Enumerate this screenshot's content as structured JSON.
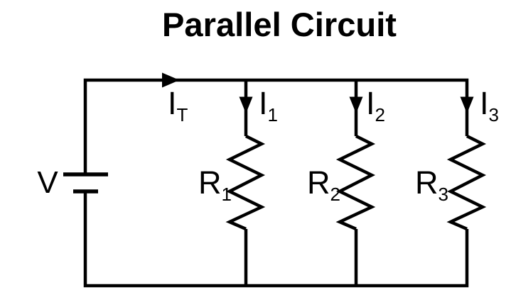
{
  "title": "Parallel Circuit",
  "colors": {
    "line": "#000000",
    "background": "#ffffff"
  },
  "labels": {
    "voltage_source": "V",
    "total_current": {
      "main": "I",
      "sub": "T"
    },
    "branch_currents": [
      {
        "main": "I",
        "sub": "1"
      },
      {
        "main": "I",
        "sub": "2"
      },
      {
        "main": "I",
        "sub": "3"
      }
    ],
    "resistors": [
      {
        "main": "R",
        "sub": "1"
      },
      {
        "main": "R",
        "sub": "2"
      },
      {
        "main": "R",
        "sub": "3"
      }
    ]
  }
}
